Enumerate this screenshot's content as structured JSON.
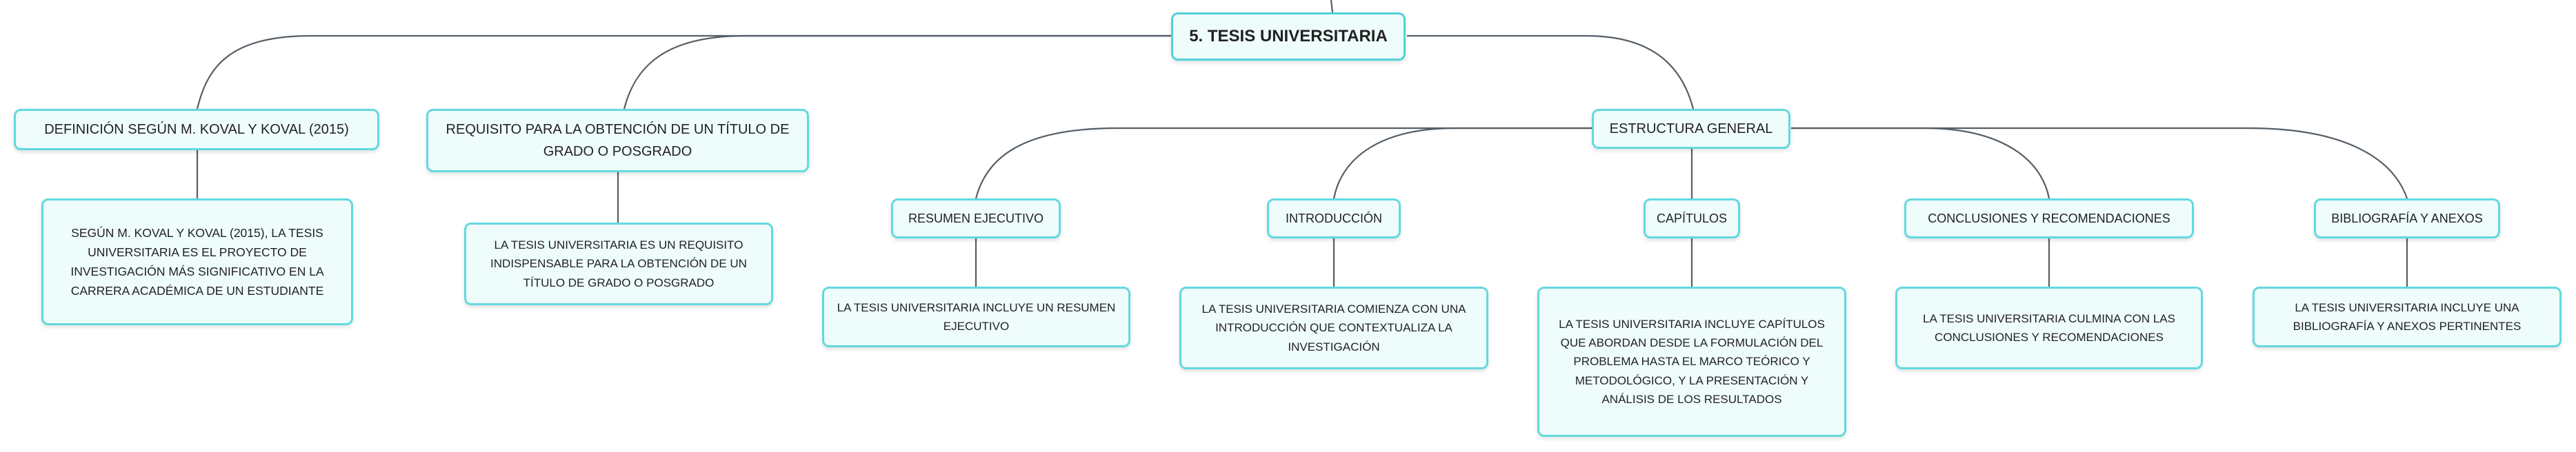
{
  "root": "5. TESIS UNIVERSITARIA",
  "branches": [
    {
      "title": "DEFINICIÓN SEGÚN M. KOVAL Y KOVAL (2015)",
      "detail": "SEGÚN M. KOVAL Y KOVAL (2015), LA TESIS UNIVERSITARIA ES EL PROYECTO DE INVESTIGACIÓN MÁS SIGNIFICATIVO EN LA CARRERA ACADÉMICA DE UN ESTUDIANTE"
    },
    {
      "title": "REQUISITO PARA LA OBTENCIÓN DE UN TÍTULO DE GRADO O POSGRADO",
      "detail": "LA TESIS UNIVERSITARIA ES UN REQUISITO INDISPENSABLE PARA LA OBTENCIÓN DE UN TÍTULO DE GRADO O POSGRADO"
    },
    {
      "title": "ESTRUCTURA GENERAL",
      "children": [
        {
          "title": "RESUMEN EJECUTIVO",
          "detail": "LA TESIS UNIVERSITARIA INCLUYE UN RESUMEN EJECUTIVO"
        },
        {
          "title": "INTRODUCCIÓN",
          "detail": "LA TESIS UNIVERSITARIA COMIENZA CON UNA INTRODUCCIÓN QUE CONTEXTUALIZA LA INVESTIGACIÓN"
        },
        {
          "title": "CAPÍTULOS",
          "detail": "LA TESIS UNIVERSITARIA INCLUYE CAPÍTULOS QUE ABORDAN DESDE LA FORMULACIÓN DEL PROBLEMA HASTA EL MARCO TEÓRICO Y METODOLÓGICO, Y LA PRESENTACIÓN Y ANÁLISIS DE LOS RESULTADOS"
        },
        {
          "title": "CONCLUSIONES Y RECOMENDACIONES",
          "detail": "LA TESIS UNIVERSITARIA CULMINA CON LAS CONCLUSIONES Y RECOMENDACIONES"
        },
        {
          "title": "BIBLIOGRAFÍA Y ANEXOS",
          "detail": "LA TESIS UNIVERSITARIA INCLUYE UNA BIBLIOGRAFÍA Y ANEXOS PERTINENTES"
        }
      ]
    }
  ]
}
